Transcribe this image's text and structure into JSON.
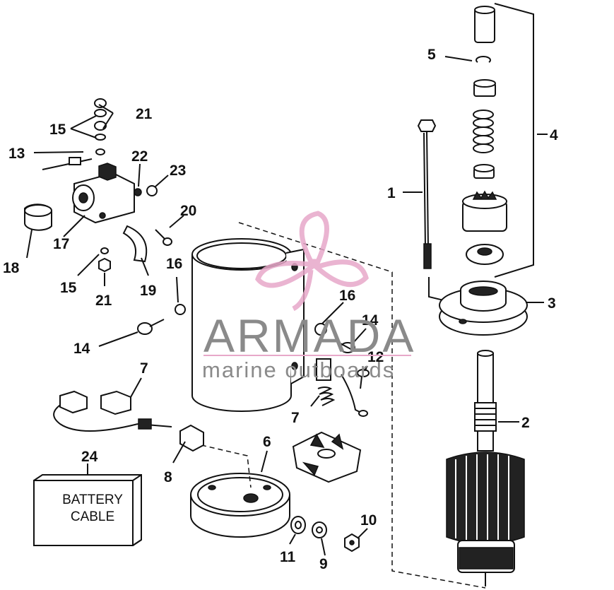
{
  "diagram": {
    "part_labels": {
      "p1": "1",
      "p2": "2",
      "p3": "3",
      "p4": "4",
      "p5": "5",
      "p6": "6",
      "p7a": "7",
      "p7b": "7",
      "p8": "8",
      "p9": "9",
      "p10": "10",
      "p11": "11",
      "p12": "12",
      "p13": "13",
      "p14a": "14",
      "p14b": "14",
      "p15a": "15",
      "p15b": "15",
      "p16a": "16",
      "p16b": "16",
      "p17": "17",
      "p18": "18",
      "p19": "19",
      "p20": "20",
      "p21a": "21",
      "p21b": "21",
      "p22": "22",
      "p23": "23",
      "p24": "24"
    },
    "battery_cable": {
      "line1": "BATTERY",
      "line2": "CABLE"
    }
  },
  "watermark": {
    "brand": "ARMADA",
    "tagline": "marine outboards",
    "logo_color": "#e7a8c9",
    "text_color": "#8a8a8a"
  }
}
